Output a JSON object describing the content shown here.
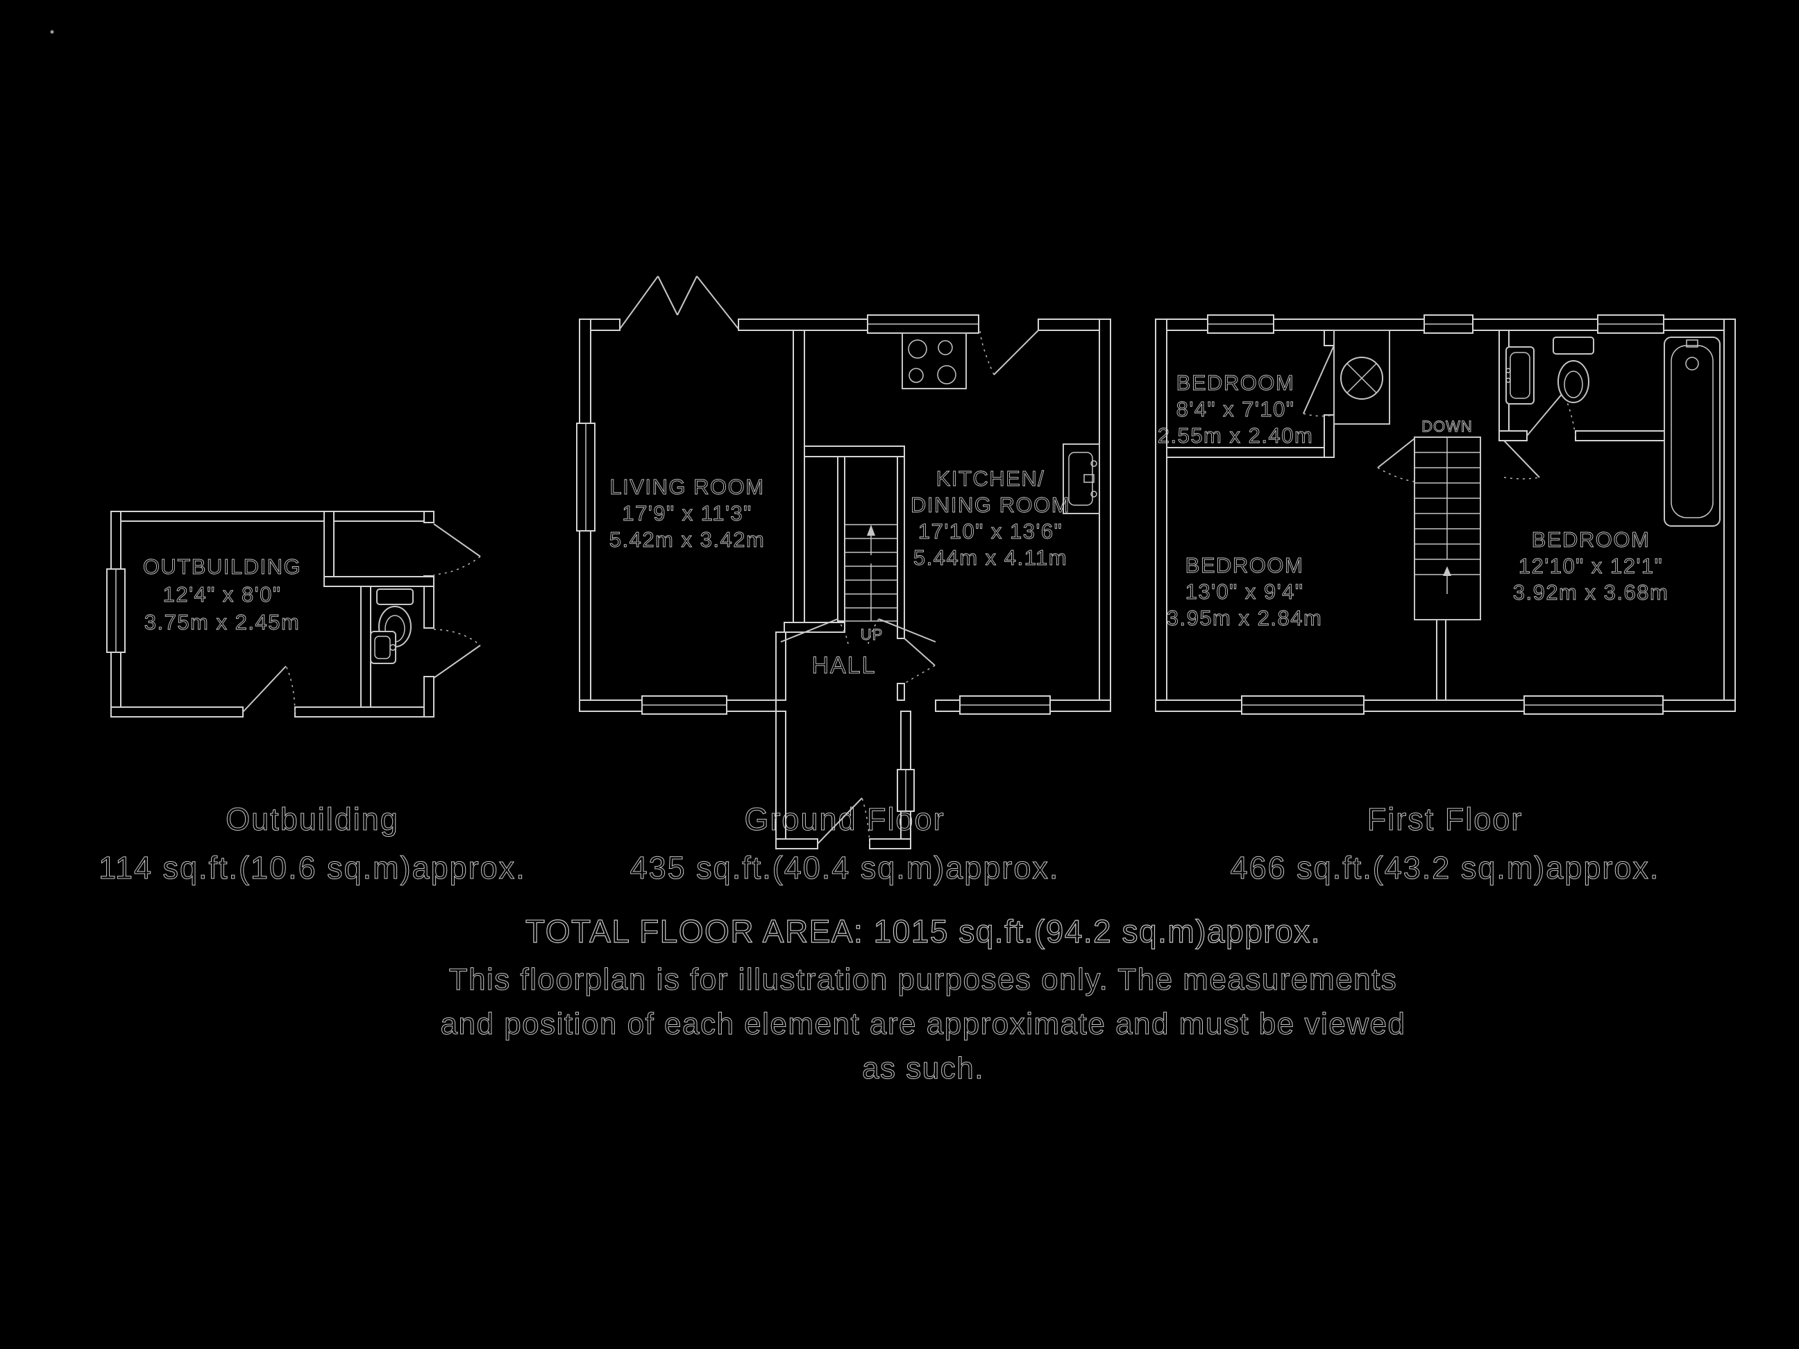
{
  "colors": {
    "background": "#000000",
    "line": "#d4d4d4",
    "text": "#c8c8c8"
  },
  "plans": {
    "outbuilding": {
      "caption": "Outbuilding",
      "area": "114 sq.ft.(10.6 sq.m)approx.",
      "room": {
        "name": "OUTBUILDING",
        "imperial": "12'4\" x 8'0\"",
        "metric": "3.75m x 2.45m"
      }
    },
    "ground": {
      "caption": "Ground Floor",
      "area": "435 sq.ft.(40.4 sq.m)approx.",
      "living": {
        "name": "LIVING ROOM",
        "imperial": "17'9\" x 11'3\"",
        "metric": "5.42m x 3.42m"
      },
      "kitchen": {
        "name_line1": "KITCHEN/",
        "name_line2": "DINING ROOM",
        "imperial": "17'10\" x 13'6\"",
        "metric": "5.44m x 4.11m"
      },
      "hall_label": "HALL",
      "up_label": "UP"
    },
    "first": {
      "caption": "First Floor",
      "area": "466 sq.ft.(43.2 sq.m)approx.",
      "bedroom_small": {
        "name": "BEDROOM",
        "imperial": "8'4\" x 7'10\"",
        "metric": "2.55m x 2.40m"
      },
      "bedroom_left": {
        "name": "BEDROOM",
        "imperial": "13'0\" x 9'4\"",
        "metric": "3.95m x 2.84m"
      },
      "bedroom_right": {
        "name": "BEDROOM",
        "imperial": "12'10\" x 12'1\"",
        "metric": "3.92m x 3.68m"
      },
      "down_label": "DOWN"
    }
  },
  "footer": {
    "total": "TOTAL FLOOR AREA: 1015 sq.ft.(94.2 sq.m)approx.",
    "disclaimer1": "This floorplan is for illustration purposes only. The measurements",
    "disclaimer2": "and position of each element are approximate and must be viewed",
    "disclaimer3": "as such."
  }
}
